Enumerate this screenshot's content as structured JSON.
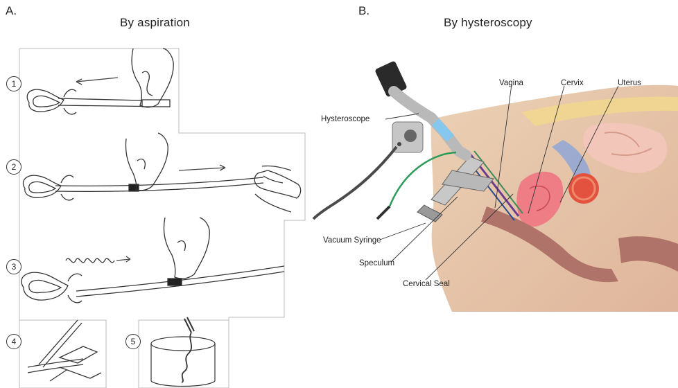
{
  "panels": {
    "a": {
      "letter": "A.",
      "title": "By aspiration"
    },
    "b": {
      "letter": "B.",
      "title": "By hysteroscopy"
    }
  },
  "steps": [
    "1",
    "2",
    "3",
    "4",
    "5"
  ],
  "labels": {
    "hysteroscope": "Hysteroscope",
    "vacuum_syringe": "Vacuum Syringe",
    "speculum": "Speculum",
    "cervical_seal": "Cervical Seal",
    "vagina": "Vagina",
    "cervix": "Cervix",
    "uterus": "Uterus"
  }
}
